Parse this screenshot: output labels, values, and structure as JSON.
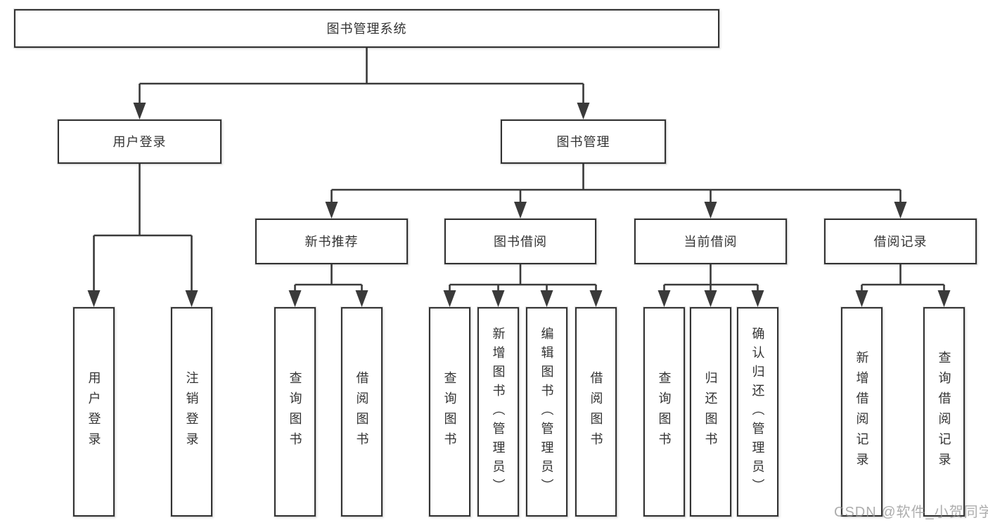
{
  "diagram": {
    "root": {
      "label": "图书管理系统",
      "children": [
        {
          "label": "用户登录",
          "children": [
            {
              "label": "用户登录"
            },
            {
              "label": "注销登录"
            }
          ]
        },
        {
          "label": "图书管理",
          "children": [
            {
              "label": "新书推荐",
              "children": [
                {
                  "label": "查询图书"
                },
                {
                  "label": "借阅图书"
                }
              ]
            },
            {
              "label": "图书借阅",
              "children": [
                {
                  "label": "查询图书"
                },
                {
                  "label": "新增图书（管理员）"
                },
                {
                  "label": "编辑图书（管理员）"
                },
                {
                  "label": "借阅图书"
                }
              ]
            },
            {
              "label": "当前借阅",
              "children": [
                {
                  "label": "查询图书"
                },
                {
                  "label": "归还图书"
                },
                {
                  "label": "确认归还（管理员）"
                }
              ]
            },
            {
              "label": "借阅记录",
              "children": [
                {
                  "label": "新增借阅记录"
                },
                {
                  "label": "查询借阅记录"
                }
              ]
            }
          ]
        }
      ]
    }
  },
  "colors": {
    "line": "#3a3a3a",
    "box_border": "#333333",
    "box_background": "#ffffff",
    "watermark": "#919191"
  },
  "watermark": {
    "text": "CSDN @软件_小贺同学"
  }
}
